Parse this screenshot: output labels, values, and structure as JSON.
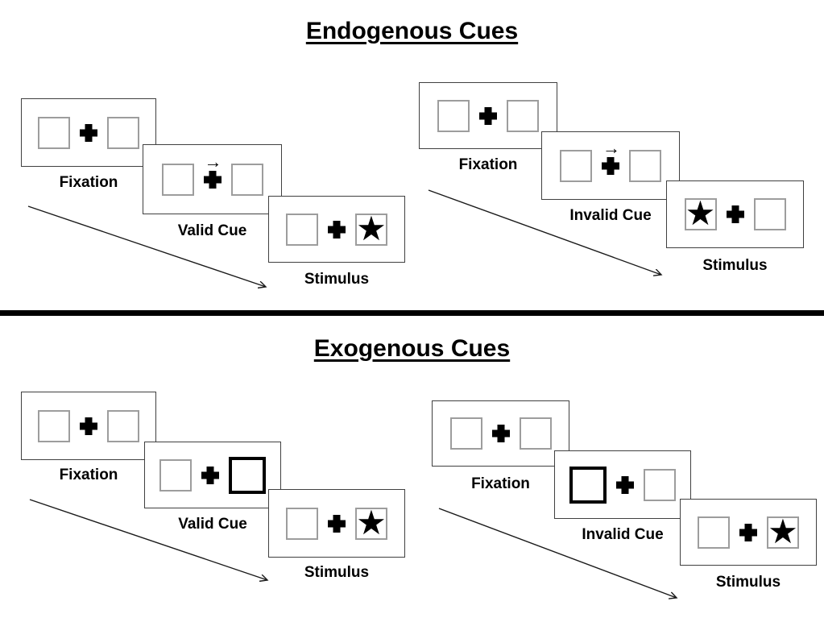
{
  "sections": [
    {
      "title": "Endogenous Cues",
      "sequences": [
        {
          "id": "endogenous-valid",
          "cue_type": "central-arrow",
          "cue_direction": "right",
          "target_side": "right",
          "steps": [
            {
              "label": "Fixation"
            },
            {
              "label": "Valid Cue"
            },
            {
              "label": "Stimulus"
            }
          ]
        },
        {
          "id": "endogenous-invalid",
          "cue_type": "central-arrow",
          "cue_direction": "right",
          "target_side": "left",
          "steps": [
            {
              "label": "Fixation"
            },
            {
              "label": "Invalid Cue"
            },
            {
              "label": "Stimulus"
            }
          ]
        }
      ]
    },
    {
      "title": "Exogenous Cues",
      "sequences": [
        {
          "id": "exogenous-valid",
          "cue_type": "box-highlight",
          "cue_side": "right",
          "target_side": "right",
          "steps": [
            {
              "label": "Fixation"
            },
            {
              "label": "Valid Cue"
            },
            {
              "label": "Stimulus"
            }
          ]
        },
        {
          "id": "exogenous-invalid",
          "cue_type": "box-highlight",
          "cue_side": "left",
          "target_side": "right",
          "steps": [
            {
              "label": "Fixation"
            },
            {
              "label": "Invalid Cue"
            },
            {
              "label": "Stimulus"
            }
          ]
        }
      ]
    }
  ],
  "icons": {
    "star": "★",
    "cue_arrow": "→"
  },
  "colors": {
    "ink": "#000000",
    "panel_border": "#404040",
    "placeholder_box_border": "#9d9d9d",
    "background": "#ffffff"
  }
}
